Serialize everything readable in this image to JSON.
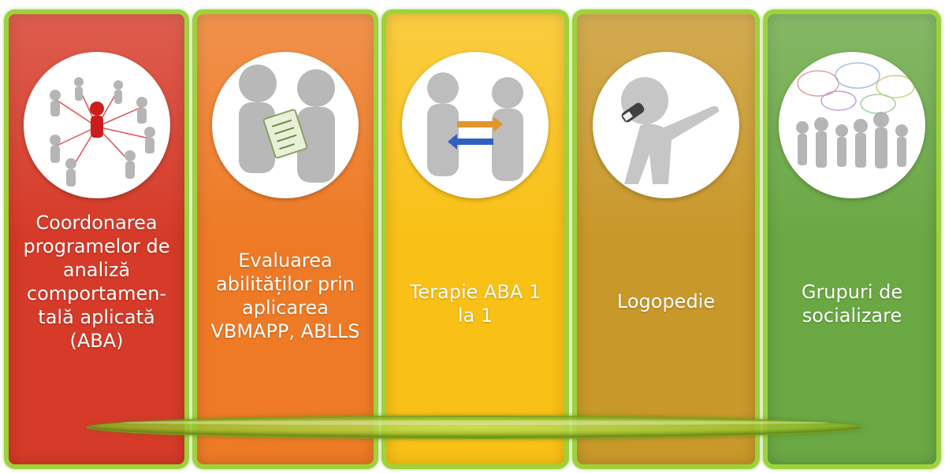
{
  "panels": [
    {
      "label": "Coordonarea\nprogramelor de\nanaliză\ncomportamen-\ntală aplicată\n(ABA)",
      "color": "#d63a28",
      "icon": "network-people-icon"
    },
    {
      "label": "Evaluarea\nabilităților prin\naplicarea\nVBMAPP, ABLLS",
      "color": "#ee7a25",
      "icon": "evaluation-clipboard-icon"
    },
    {
      "label": "Terapie ABA 1\nla 1",
      "color": "#f9c116",
      "icon": "exchange-people-icon"
    },
    {
      "label": "Logopedie",
      "color": "#c9982a",
      "icon": "speaking-person-icon"
    },
    {
      "label": "Grupuri de\nsocializare",
      "color": "#6aa844",
      "icon": "group-speech-icon"
    }
  ]
}
